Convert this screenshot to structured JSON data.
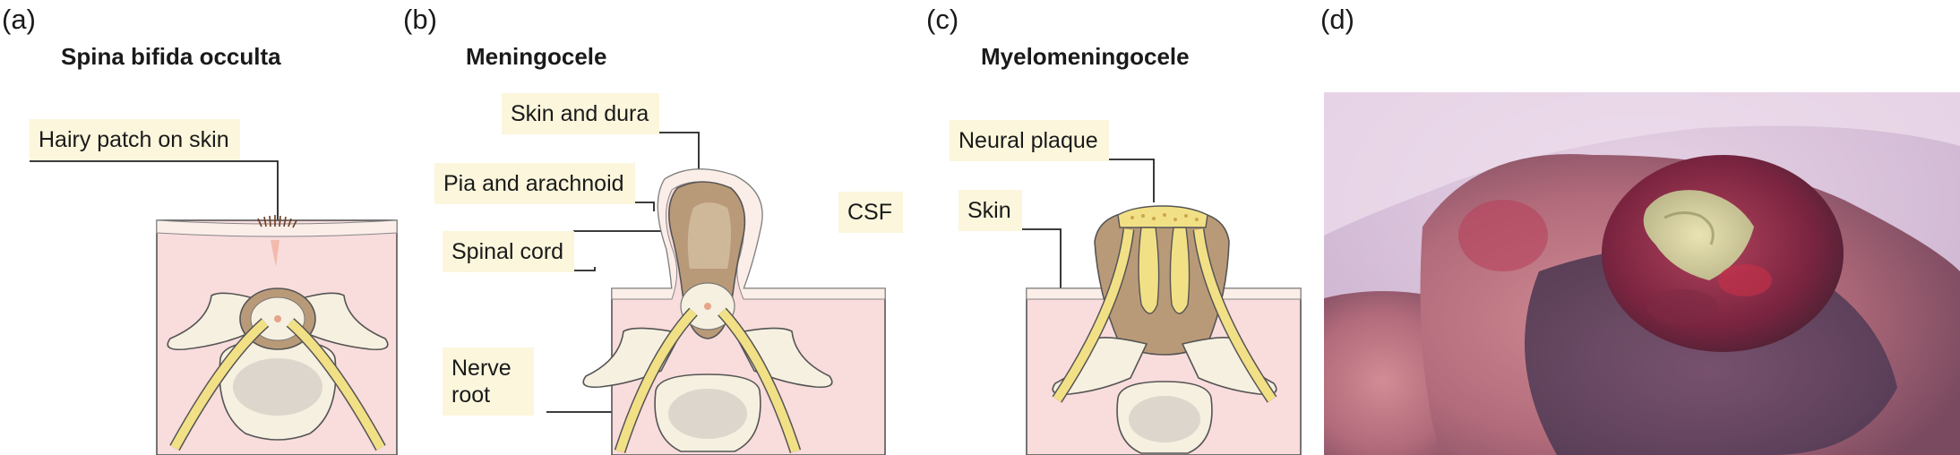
{
  "panels": [
    {
      "letter": "(a)",
      "title": "Spina bifida occulta",
      "labels": [
        "Hairy patch on skin"
      ]
    },
    {
      "letter": "(b)",
      "title": "Meningocele",
      "labels": [
        "Skin and dura",
        "Pia and arachnoid",
        "Spinal cord",
        "CSF",
        "Nerve root"
      ]
    },
    {
      "letter": "(c)",
      "title": "Myelomeningocele",
      "labels": [
        "Neural plaque",
        "Skin"
      ]
    },
    {
      "letter": "(d)",
      "title": "",
      "labels": []
    }
  ],
  "colors": {
    "label_bg": "#fbf6dc",
    "tissue_pink": "#f9dcdc",
    "skin_line": "#fbeee8",
    "nerve_yellow": "#f2e086",
    "meninges_tan": "#b99a78",
    "bone_cream": "#f6f0e0",
    "vertebral_body": "#dcd6cc"
  }
}
